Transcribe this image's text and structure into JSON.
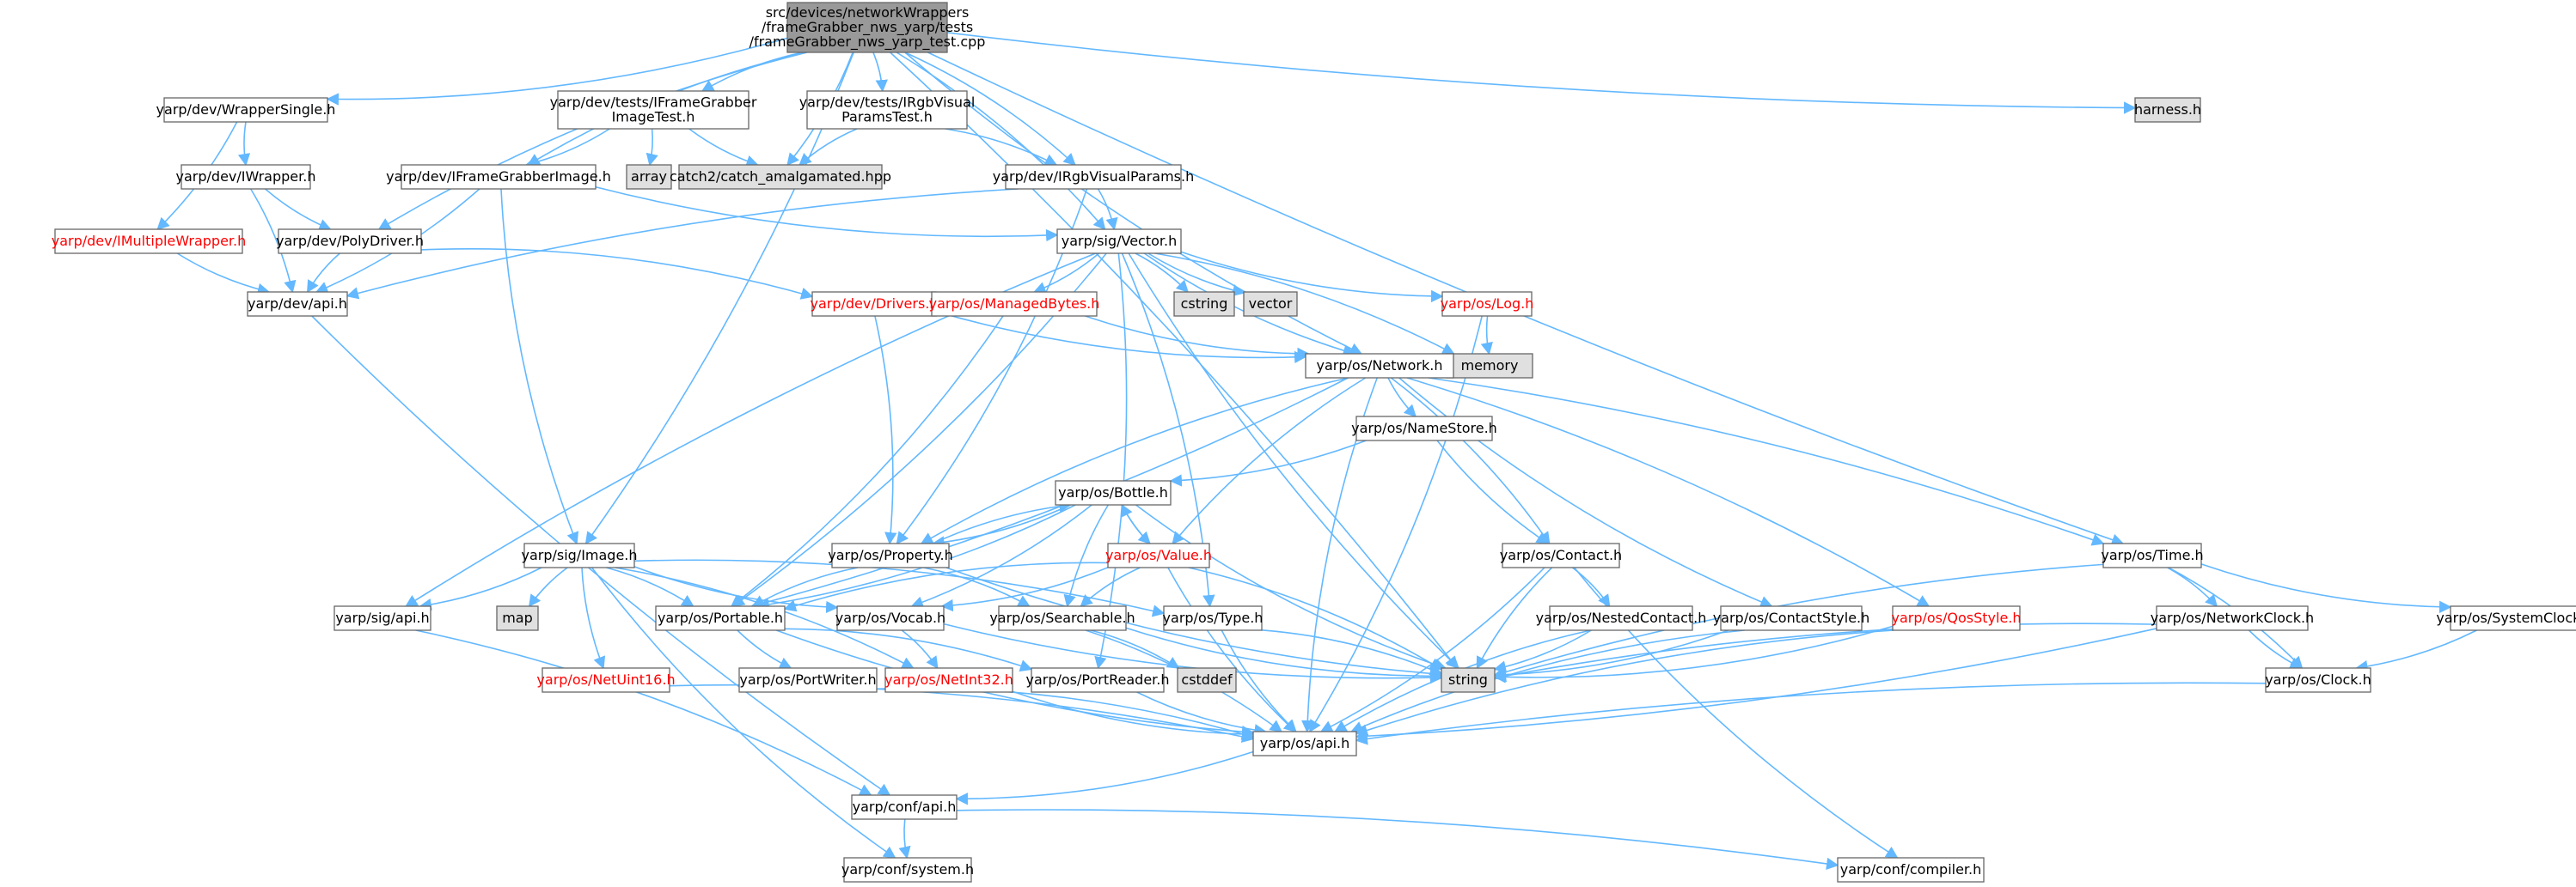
{
  "colors": {
    "edge": "#63b8ff",
    "node_fill": "#ffffff",
    "node_stroke": "#666666",
    "root_fill": "#999999",
    "external_fill": "#e0e0e0",
    "text": "#000000",
    "red_text": "#ff0000"
  },
  "nodes": [
    {
      "id": "root",
      "lines": [
        "src/devices/networkWrappers",
        "/frameGrabber_nws_yarp/tests",
        "/frameGrabber_nws_yarp_test.cpp"
      ],
      "kind": "root"
    },
    {
      "id": "wrappersingle",
      "lines": [
        "yarp/dev/WrapperSingle.h"
      ],
      "kind": "normal"
    },
    {
      "id": "iframegrabbertest",
      "lines": [
        "yarp/dev/tests/IFrameGrabber",
        "ImageTest.h"
      ],
      "kind": "normal"
    },
    {
      "id": "irgbvisualtest",
      "lines": [
        "yarp/dev/tests/IRgbVisual",
        "ParamsTest.h"
      ],
      "kind": "normal"
    },
    {
      "id": "harness",
      "lines": [
        "harness.h"
      ],
      "kind": "external"
    },
    {
      "id": "iwrapper",
      "lines": [
        "yarp/dev/IWrapper.h"
      ],
      "kind": "normal"
    },
    {
      "id": "array",
      "lines": [
        "array"
      ],
      "kind": "external"
    },
    {
      "id": "catch2",
      "lines": [
        "catch2/catch_amalgamated.hpp"
      ],
      "kind": "external"
    },
    {
      "id": "iframegrabberimage",
      "lines": [
        "yarp/dev/IFrameGrabberImage.h"
      ],
      "kind": "normal"
    },
    {
      "id": "irgbvisualparams",
      "lines": [
        "yarp/dev/IRgbVisualParams.h"
      ],
      "kind": "normal"
    },
    {
      "id": "imultiplewrapper",
      "lines": [
        "yarp/dev/IMultipleWrapper.h"
      ],
      "kind": "red"
    },
    {
      "id": "polydriver",
      "lines": [
        "yarp/dev/PolyDriver.h"
      ],
      "kind": "normal"
    },
    {
      "id": "sigvector",
      "lines": [
        "yarp/sig/Vector.h"
      ],
      "kind": "normal"
    },
    {
      "id": "devapi",
      "lines": [
        "yarp/dev/api.h"
      ],
      "kind": "normal"
    },
    {
      "id": "drivers",
      "lines": [
        "yarp/dev/Drivers.h"
      ],
      "kind": "red"
    },
    {
      "id": "managedbytes",
      "lines": [
        "yarp/os/ManagedBytes.h"
      ],
      "kind": "red"
    },
    {
      "id": "cstring",
      "lines": [
        "cstring"
      ],
      "kind": "external"
    },
    {
      "id": "vector",
      "lines": [
        "vector"
      ],
      "kind": "external"
    },
    {
      "id": "log",
      "lines": [
        "yarp/os/Log.h"
      ],
      "kind": "red"
    },
    {
      "id": "memory",
      "lines": [
        "memory"
      ],
      "kind": "external"
    },
    {
      "id": "network",
      "lines": [
        "yarp/os/Network.h"
      ],
      "kind": "normal"
    },
    {
      "id": "namestore",
      "lines": [
        "yarp/os/NameStore.h"
      ],
      "kind": "normal"
    },
    {
      "id": "bottle",
      "lines": [
        "yarp/os/Bottle.h"
      ],
      "kind": "normal"
    },
    {
      "id": "sigimage",
      "lines": [
        "yarp/sig/Image.h"
      ],
      "kind": "normal"
    },
    {
      "id": "property",
      "lines": [
        "yarp/os/Property.h"
      ],
      "kind": "normal"
    },
    {
      "id": "value",
      "lines": [
        "yarp/os/Value.h"
      ],
      "kind": "red"
    },
    {
      "id": "contact",
      "lines": [
        "yarp/os/Contact.h"
      ],
      "kind": "normal"
    },
    {
      "id": "time",
      "lines": [
        "yarp/os/Time.h"
      ],
      "kind": "normal"
    },
    {
      "id": "sigapi",
      "lines": [
        "yarp/sig/api.h"
      ],
      "kind": "normal"
    },
    {
      "id": "map",
      "lines": [
        "map"
      ],
      "kind": "external"
    },
    {
      "id": "portable",
      "lines": [
        "yarp/os/Portable.h"
      ],
      "kind": "normal"
    },
    {
      "id": "vocab",
      "lines": [
        "yarp/os/Vocab.h"
      ],
      "kind": "normal"
    },
    {
      "id": "searchable",
      "lines": [
        "yarp/os/Searchable.h"
      ],
      "kind": "normal"
    },
    {
      "id": "type",
      "lines": [
        "yarp/os/Type.h"
      ],
      "kind": "normal"
    },
    {
      "id": "nestedcontact",
      "lines": [
        "yarp/os/NestedContact.h"
      ],
      "kind": "normal"
    },
    {
      "id": "contactstyle",
      "lines": [
        "yarp/os/ContactStyle.h"
      ],
      "kind": "normal"
    },
    {
      "id": "qosstyle",
      "lines": [
        "yarp/os/QosStyle.h"
      ],
      "kind": "red"
    },
    {
      "id": "networkclock",
      "lines": [
        "yarp/os/NetworkClock.h"
      ],
      "kind": "normal"
    },
    {
      "id": "systemclock",
      "lines": [
        "yarp/os/SystemClock.h"
      ],
      "kind": "normal"
    },
    {
      "id": "string",
      "lines": [
        "string"
      ],
      "kind": "external"
    },
    {
      "id": "cstddef",
      "lines": [
        "cstddef"
      ],
      "kind": "external"
    },
    {
      "id": "netuint16",
      "lines": [
        "yarp/os/NetUint16.h"
      ],
      "kind": "red"
    },
    {
      "id": "portwriter",
      "lines": [
        "yarp/os/PortWriter.h"
      ],
      "kind": "normal"
    },
    {
      "id": "netint32",
      "lines": [
        "yarp/os/NetInt32.h"
      ],
      "kind": "red"
    },
    {
      "id": "portreader",
      "lines": [
        "yarp/os/PortReader.h"
      ],
      "kind": "normal"
    },
    {
      "id": "clock",
      "lines": [
        "yarp/os/Clock.h"
      ],
      "kind": "normal"
    },
    {
      "id": "osapi",
      "lines": [
        "yarp/os/api.h"
      ],
      "kind": "normal"
    },
    {
      "id": "confapi",
      "lines": [
        "yarp/conf/api.h"
      ],
      "kind": "normal"
    },
    {
      "id": "confsystem",
      "lines": [
        "yarp/conf/system.h"
      ],
      "kind": "normal"
    },
    {
      "id": "confcompiler",
      "lines": [
        "yarp/conf/compiler.h"
      ],
      "kind": "normal"
    }
  ],
  "edges": [
    [
      "root",
      "wrappersingle"
    ],
    [
      "root",
      "iframegrabbertest"
    ],
    [
      "root",
      "irgbvisualtest"
    ],
    [
      "root",
      "harness"
    ],
    [
      "root",
      "catch2"
    ],
    [
      "root",
      "iframegrabberimage"
    ],
    [
      "root",
      "irgbvisualparams"
    ],
    [
      "root",
      "polydriver"
    ],
    [
      "root",
      "sigvector"
    ],
    [
      "root",
      "network"
    ],
    [
      "root",
      "string"
    ],
    [
      "root",
      "time"
    ],
    [
      "root",
      "sigimage"
    ],
    [
      "wrappersingle",
      "iwrapper"
    ],
    [
      "wrappersingle",
      "imultiplewrapper"
    ],
    [
      "iwrapper",
      "polydriver"
    ],
    [
      "iwrapper",
      "devapi"
    ],
    [
      "imultiplewrapper",
      "devapi"
    ],
    [
      "iframegrabbertest",
      "array"
    ],
    [
      "iframegrabbertest",
      "catch2"
    ],
    [
      "iframegrabbertest",
      "iframegrabberimage"
    ],
    [
      "irgbvisualtest",
      "catch2"
    ],
    [
      "irgbvisualtest",
      "irgbvisualparams"
    ],
    [
      "iframegrabberimage",
      "sigvector"
    ],
    [
      "iframegrabberimage",
      "devapi"
    ],
    [
      "iframegrabberimage",
      "sigimage"
    ],
    [
      "irgbvisualparams",
      "sigvector"
    ],
    [
      "irgbvisualparams",
      "devapi"
    ],
    [
      "irgbvisualparams",
      "property"
    ],
    [
      "polydriver",
      "devapi"
    ],
    [
      "polydriver",
      "drivers"
    ],
    [
      "devapi",
      "confapi"
    ],
    [
      "drivers",
      "property"
    ],
    [
      "drivers",
      "network"
    ],
    [
      "sigvector",
      "cstring"
    ],
    [
      "sigvector",
      "vector"
    ],
    [
      "sigvector",
      "managedbytes"
    ],
    [
      "sigvector",
      "log"
    ],
    [
      "sigvector",
      "memory"
    ],
    [
      "sigvector",
      "network"
    ],
    [
      "sigvector",
      "portable"
    ],
    [
      "sigvector",
      "sigapi"
    ],
    [
      "sigvector",
      "type"
    ],
    [
      "sigvector",
      "string"
    ],
    [
      "sigvector",
      "portreader"
    ],
    [
      "managedbytes",
      "network"
    ],
    [
      "managedbytes",
      "portable"
    ],
    [
      "log",
      "memory"
    ],
    [
      "log",
      "osapi"
    ],
    [
      "network",
      "namestore"
    ],
    [
      "network",
      "contact"
    ],
    [
      "network",
      "contactstyle"
    ],
    [
      "network",
      "qosstyle"
    ],
    [
      "network",
      "property"
    ],
    [
      "network",
      "portable"
    ],
    [
      "network",
      "value"
    ],
    [
      "network",
      "time"
    ],
    [
      "network",
      "osapi"
    ],
    [
      "namestore",
      "bottle"
    ],
    [
      "namestore",
      "contact"
    ],
    [
      "bottle",
      "property"
    ],
    [
      "bottle",
      "value"
    ],
    [
      "bottle",
      "portable"
    ],
    [
      "bottle",
      "searchable"
    ],
    [
      "bottle",
      "vocab"
    ],
    [
      "bottle",
      "string"
    ],
    [
      "property",
      "bottle"
    ],
    [
      "property",
      "portable"
    ],
    [
      "property",
      "searchable"
    ],
    [
      "property",
      "string"
    ],
    [
      "value",
      "bottle"
    ],
    [
      "value",
      "portable"
    ],
    [
      "value",
      "vocab"
    ],
    [
      "value",
      "searchable"
    ],
    [
      "value",
      "string"
    ],
    [
      "value",
      "osapi"
    ],
    [
      "contact",
      "nestedcontact"
    ],
    [
      "contact",
      "string"
    ],
    [
      "contact",
      "osapi"
    ],
    [
      "contact",
      "confcompiler"
    ],
    [
      "time",
      "networkclock"
    ],
    [
      "time",
      "systemclock"
    ],
    [
      "time",
      "clock"
    ],
    [
      "time",
      "string"
    ],
    [
      "sigimage",
      "sigapi"
    ],
    [
      "sigimage",
      "map"
    ],
    [
      "sigimage",
      "portable"
    ],
    [
      "sigimage",
      "vocab"
    ],
    [
      "sigimage",
      "type"
    ],
    [
      "sigimage",
      "netuint16"
    ],
    [
      "sigimage",
      "netint32"
    ],
    [
      "sigimage",
      "confsystem"
    ],
    [
      "sigapi",
      "confapi"
    ],
    [
      "portable",
      "portwriter"
    ],
    [
      "portable",
      "portreader"
    ],
    [
      "portable",
      "osapi"
    ],
    [
      "vocab",
      "netint32"
    ],
    [
      "vocab",
      "string"
    ],
    [
      "searchable",
      "osapi"
    ],
    [
      "searchable",
      "string"
    ],
    [
      "searchable",
      "cstddef"
    ],
    [
      "type",
      "osapi"
    ],
    [
      "type",
      "string"
    ],
    [
      "nestedcontact",
      "osapi"
    ],
    [
      "nestedcontact",
      "string"
    ],
    [
      "contactstyle",
      "osapi"
    ],
    [
      "contactstyle",
      "string"
    ],
    [
      "qosstyle",
      "osapi"
    ],
    [
      "qosstyle",
      "string"
    ],
    [
      "networkclock",
      "clock"
    ],
    [
      "networkclock",
      "osapi"
    ],
    [
      "networkclock",
      "string"
    ],
    [
      "systemclock",
      "clock"
    ],
    [
      "clock",
      "osapi"
    ],
    [
      "netuint16",
      "osapi"
    ],
    [
      "netint32",
      "osapi"
    ],
    [
      "portwriter",
      "osapi"
    ],
    [
      "portreader",
      "osapi"
    ],
    [
      "osapi",
      "confapi"
    ],
    [
      "confapi",
      "confsystem"
    ],
    [
      "confapi",
      "confcompiler"
    ]
  ]
}
